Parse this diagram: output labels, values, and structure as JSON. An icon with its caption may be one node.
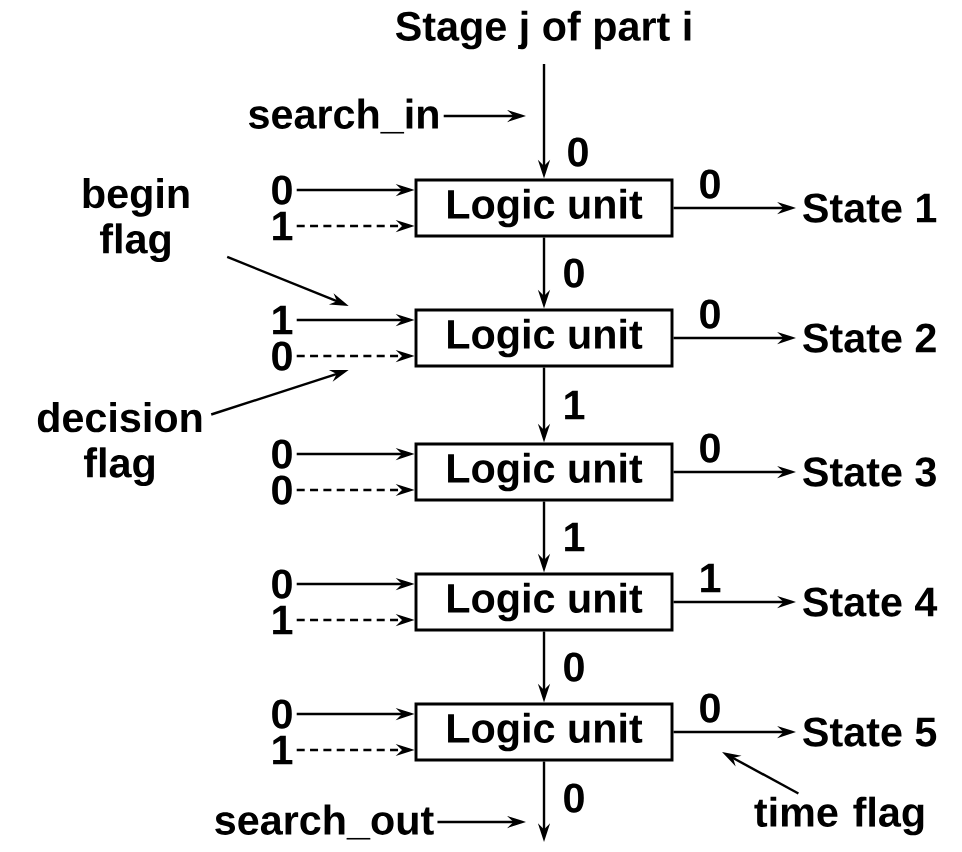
{
  "diagram": {
    "title": "Stage j of part i",
    "nodes": [
      {
        "text": [
          "search_in"
        ]
      },
      {
        "text": [
          "Logic unit"
        ]
      },
      {
        "text": [
          "Logic unit"
        ]
      },
      {
        "text": [
          "Logic unit"
        ]
      },
      {
        "text": [
          "Logic unit"
        ]
      },
      {
        "text": [
          "Logic unit"
        ]
      },
      {
        "text": [
          "State 1"
        ]
      },
      {
        "text": [
          "State 2"
        ]
      },
      {
        "text": [
          "State 3"
        ]
      },
      {
        "text": [
          "State 4"
        ]
      },
      {
        "text": [
          "State 5"
        ]
      },
      {
        "text": [
          "0"
        ]
      },
      {
        "text": [
          "1"
        ]
      },
      {
        "text": [
          "1"
        ]
      },
      {
        "text": [
          "0"
        ]
      },
      {
        "text": [
          "0"
        ]
      },
      {
        "text": [
          "0"
        ]
      },
      {
        "text": [
          "0"
        ]
      },
      {
        "text": [
          "1"
        ]
      },
      {
        "text": [
          "0"
        ]
      },
      {
        "text": [
          "1"
        ]
      },
      {
        "text": [
          "begin flag"
        ]
      },
      {
        "text": [
          "decision flag"
        ]
      },
      {
        "text": [
          "time flag"
        ]
      },
      {
        "text": [
          "search_out"
        ]
      }
    ],
    "edges": [
      {
        "from": null,
        "to": 1,
        "arrow": "to",
        "label": "0"
      },
      {
        "from": 1,
        "to": 2,
        "arrow": "to",
        "label": "0"
      },
      {
        "from": 2,
        "to": 3,
        "arrow": "to",
        "label": "1"
      },
      {
        "from": 3,
        "to": 4,
        "arrow": "to",
        "label": "1"
      },
      {
        "from": 4,
        "to": 5,
        "arrow": "to",
        "label": "0"
      },
      {
        "from": 5,
        "to": null,
        "arrow": "to",
        "label": "0"
      },
      {
        "from": 1,
        "to": 6,
        "arrow": "to",
        "label": "0"
      },
      {
        "from": 2,
        "to": 7,
        "arrow": "to",
        "label": "0"
      },
      {
        "from": 3,
        "to": 8,
        "arrow": "to",
        "label": "0"
      },
      {
        "from": 4,
        "to": 9,
        "arrow": "to",
        "label": "1"
      },
      {
        "from": 5,
        "to": 10,
        "arrow": "to",
        "label": "0"
      },
      {
        "from": 11,
        "to": 1,
        "arrow": "to"
      },
      {
        "from": 12,
        "to": 1,
        "arrow": "to",
        "style": "dashed"
      },
      {
        "from": 13,
        "to": 2,
        "arrow": "to"
      },
      {
        "from": 14,
        "to": 2,
        "arrow": "to",
        "style": "dashed"
      },
      {
        "from": 15,
        "to": 3,
        "arrow": "to"
      },
      {
        "from": 16,
        "to": 3,
        "arrow": "to",
        "style": "dashed"
      },
      {
        "from": 17,
        "to": 4,
        "arrow": "to"
      },
      {
        "from": 18,
        "to": 4,
        "arrow": "to",
        "style": "dashed"
      },
      {
        "from": 19,
        "to": 5,
        "arrow": "to"
      },
      {
        "from": 20,
        "to": 5,
        "arrow": "to",
        "style": "dashed"
      },
      {
        "from": 0,
        "to": null,
        "arrow": "to"
      },
      {
        "from": 21,
        "to": 13,
        "arrow": "to"
      },
      {
        "from": 22,
        "to": 14,
        "arrow": "to"
      },
      {
        "from": 23,
        "to": null,
        "arrow": "to"
      },
      {
        "from": 24,
        "to": null,
        "arrow": "to"
      }
    ]
  }
}
